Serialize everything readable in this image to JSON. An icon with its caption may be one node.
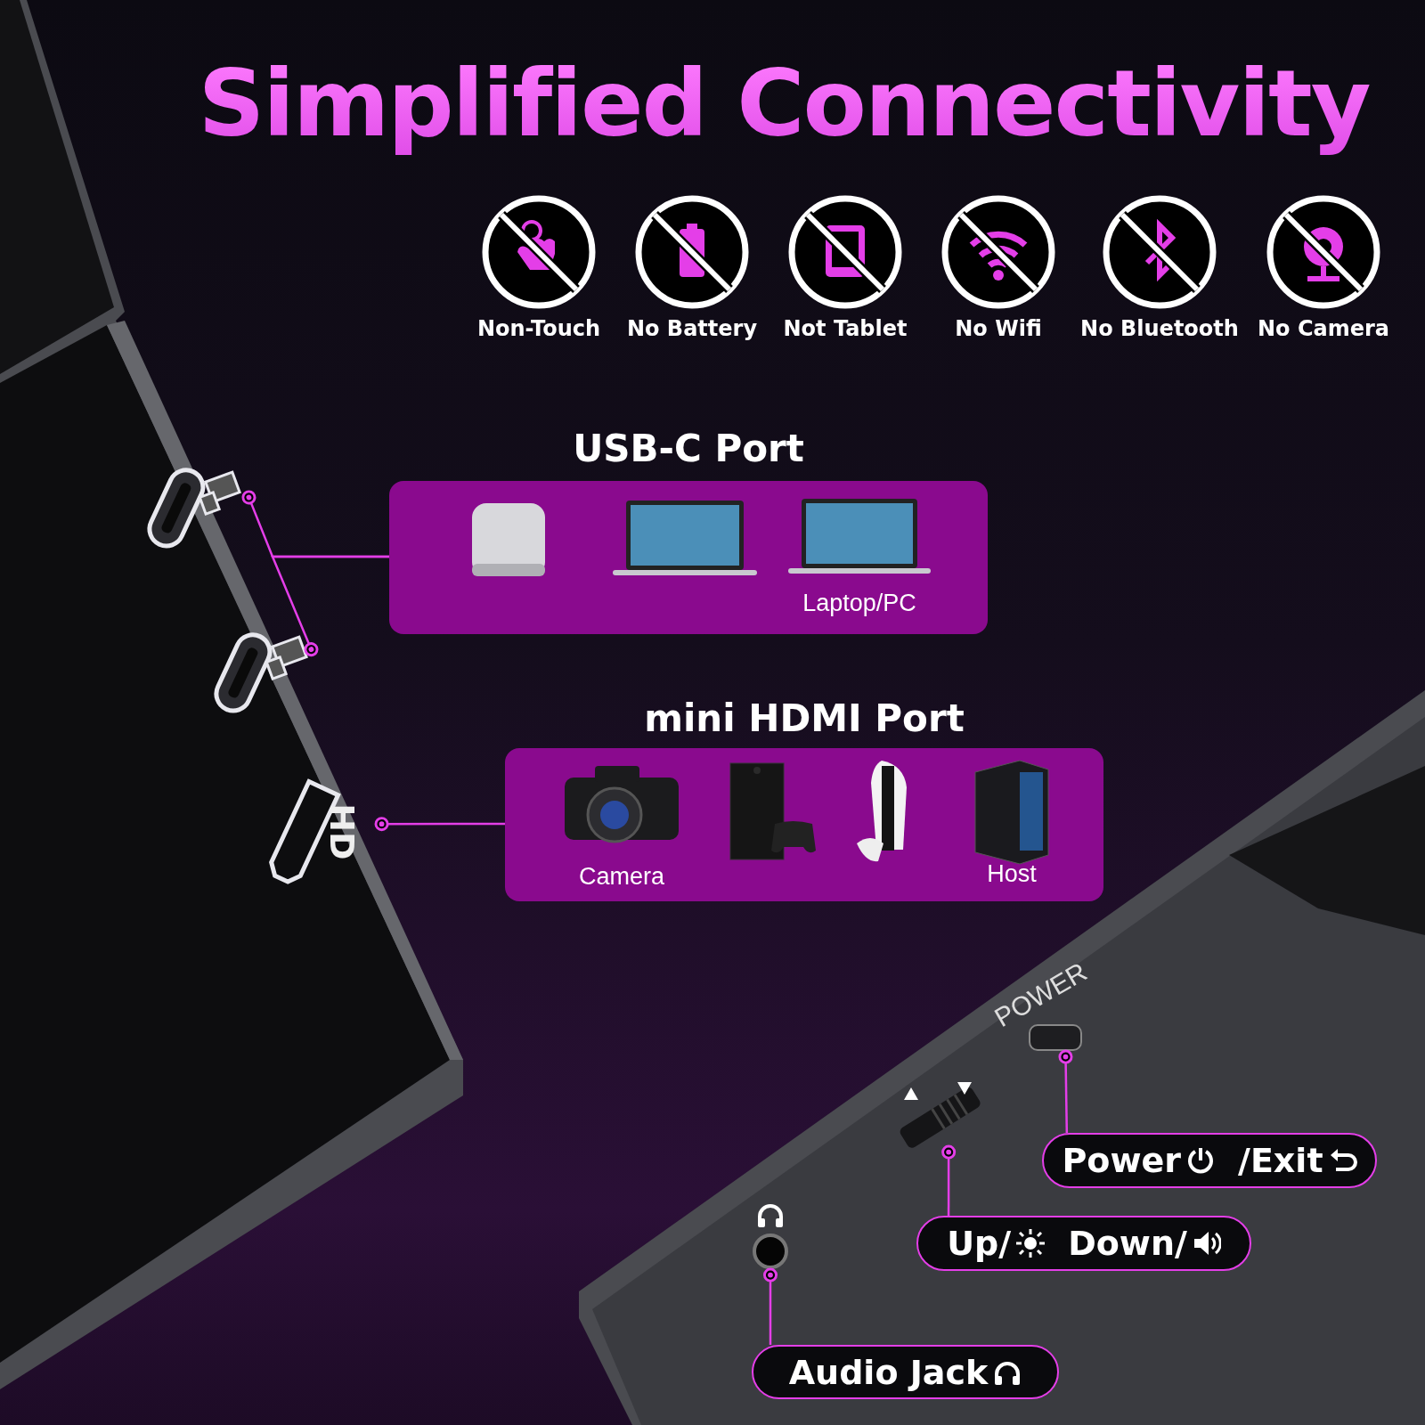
{
  "diagram": {
    "title": "Simplified Connectivity",
    "nodes": [
      {
        "text": [
          "USB-C Port"
        ]
      },
      {
        "text": [],
        "shape": "picture",
        "in": 0
      },
      {
        "text": [],
        "shape": "picture",
        "in": 0
      },
      {
        "text": [
          "Laptop/PC"
        ],
        "in": 0
      },
      {
        "text": [],
        "shape": "picture"
      },
      {
        "text": [],
        "shape": "picture"
      },
      {
        "text": [
          "mini HDMI Port"
        ]
      },
      {
        "text": [
          "Camera"
        ],
        "in": 6
      },
      {
        "text": [],
        "shape": "picture",
        "in": 6
      },
      {
        "text": [],
        "shape": "picture",
        "in": 6
      },
      {
        "text": [
          "Host"
        ],
        "in": 6
      },
      {
        "text": [],
        "shape": "picture"
      },
      {
        "text": [],
        "shape": "box"
      },
      {
        "text": [
          "Power",
          "/Exit"
        ]
      },
      {
        "text": [],
        "shape": "picture"
      },
      {
        "text": [
          "Up/",
          "Down/"
        ]
      },
      {
        "text": [],
        "shape": "circle"
      },
      {
        "text": [
          "Audio Jack"
        ]
      }
    ],
    "edges": [
      {
        "from": 0,
        "to": 4,
        "arrow": "other"
      },
      {
        "from": 0,
        "to": 5,
        "arrow": "other"
      },
      {
        "from": 6,
        "to": 11,
        "arrow": "other"
      },
      {
        "from": 13,
        "to": 12,
        "arrow": "other"
      },
      {
        "from": 15,
        "to": 14,
        "arrow": "other"
      },
      {
        "from": 17,
        "to": 16,
        "arrow": "other"
      }
    ],
    "labels": [
      "Non-Touch",
      "No Battery",
      "Not Tablet",
      "No Wifi",
      "No Bluetooth",
      "No Camera",
      "HD",
      "POWER"
    ]
  }
}
